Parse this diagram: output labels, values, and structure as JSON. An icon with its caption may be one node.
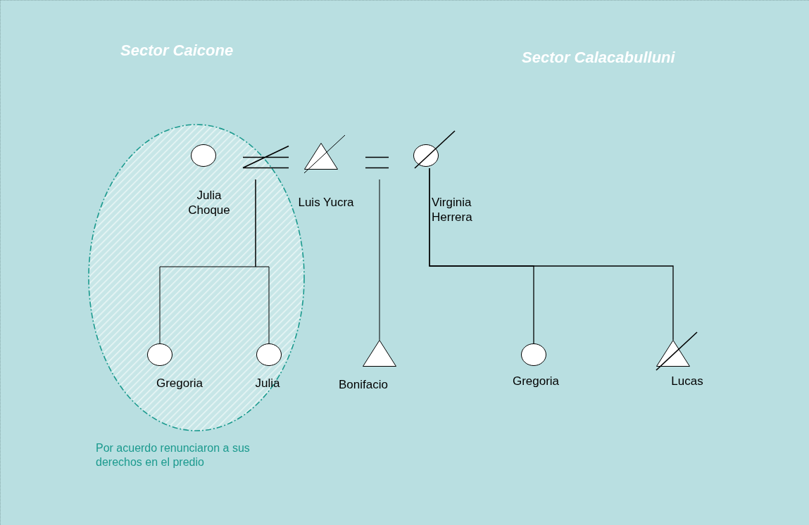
{
  "diagram": {
    "nodes": [
      {
        "text": [],
        "shape": "ellipse",
        "beside": [
          "Por acuerdo renunciaron a sus derechos en el predio"
        ]
      },
      {
        "text": [],
        "shape": "circle",
        "in": 0,
        "beside": [
          "Julia Choque"
        ]
      },
      {
        "text": [],
        "shape": "crossed-triangle",
        "beside": [
          "Luis Yucra"
        ]
      },
      {
        "text": [],
        "shape": "crossed-circle",
        "beside": [
          "Virginia Herrera"
        ]
      },
      {
        "text": [],
        "shape": "circle",
        "in": 0,
        "beside": [
          "Gregoria"
        ]
      },
      {
        "text": [],
        "shape": "circle",
        "in": 0,
        "beside": [
          "Julia"
        ]
      },
      {
        "text": [],
        "shape": "triangle",
        "beside": [
          "Bonifacio"
        ]
      },
      {
        "text": [],
        "shape": "circle",
        "beside": [
          "Gregoria"
        ]
      },
      {
        "text": [],
        "shape": "crossed-triangle",
        "beside": [
          "Lucas"
        ]
      }
    ],
    "edges": [
      {
        "from": 1,
        "to": 2,
        "arrow": "none"
      },
      {
        "from": 2,
        "to": 3,
        "arrow": "none"
      },
      {
        "from": 1,
        "to": 4,
        "arrow": "none"
      },
      {
        "from": 1,
        "to": 5,
        "arrow": "none"
      },
      {
        "from": 2,
        "to": 6,
        "arrow": "none"
      },
      {
        "from": 3,
        "to": 7,
        "arrow": "none"
      },
      {
        "from": 3,
        "to": 8,
        "arrow": "none"
      }
    ],
    "labels": [
      "Sector Caicone",
      "Sector Calacabulluni"
    ]
  }
}
